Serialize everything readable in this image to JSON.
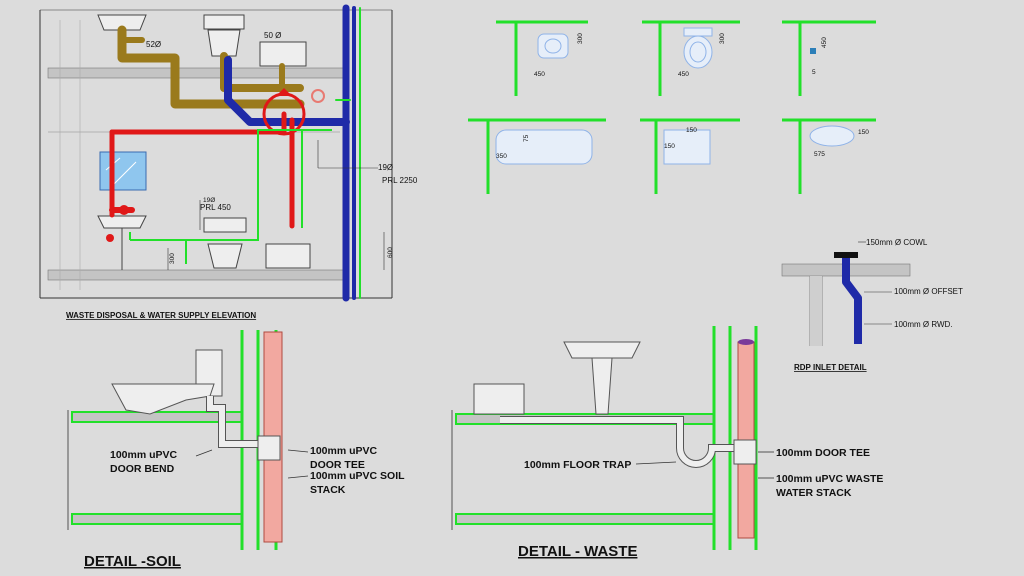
{
  "colors": {
    "background": "#dcdcdc",
    "wall_green": "#22e02a",
    "soil_stack_blue": "#1f2aa8",
    "waste_pipe_brown": "#9a7a1c",
    "water_supply_red": "#e01818",
    "drain_pink": "#e87a72",
    "fixture_blue": "#8fb3e8"
  },
  "elevation": {
    "title": "WASTE DISPOSAL & WATER SUPPLY ELEVATION",
    "labels": {
      "d52": "52Ø",
      "d50": "50 Ø",
      "d19_left": "19Ø",
      "prl450": "PRL 450",
      "d19_right": "19Ø",
      "prl2250": "PRL 2250",
      "dim_300": "300",
      "dim_600": "600"
    }
  },
  "fixture_plans": {
    "p1": [
      "300",
      "450"
    ],
    "p2": [
      "300",
      "450"
    ],
    "p3": [
      "450",
      "5"
    ],
    "p4": [
      "75",
      "350"
    ],
    "p5": [
      "150",
      "150"
    ],
    "p6": [
      "150",
      "575"
    ]
  },
  "rdp": {
    "title": "RDP INLET DETAIL",
    "cowl": "150mm Ø COWL",
    "offset": "100mm Ø  OFFSET",
    "rwd": "100mm Ø  RWD."
  },
  "detail_soil": {
    "title": "DETAIL -SOIL",
    "door_bend_1": "100mm uPVC",
    "door_bend_2": "DOOR BEND",
    "door_tee_1": "100mm uPVC",
    "door_tee_2": "DOOR TEE",
    "soil_stack_1": "100mm uPVC SOIL",
    "soil_stack_2": "STACK"
  },
  "detail_waste": {
    "title": "DETAIL - WASTE",
    "floor_trap": "100mm FLOOR TRAP",
    "door_tee": "100mm DOOR TEE",
    "waste_stack_1": "100mm uPVC WASTE",
    "waste_stack_2": "WATER STACK"
  }
}
